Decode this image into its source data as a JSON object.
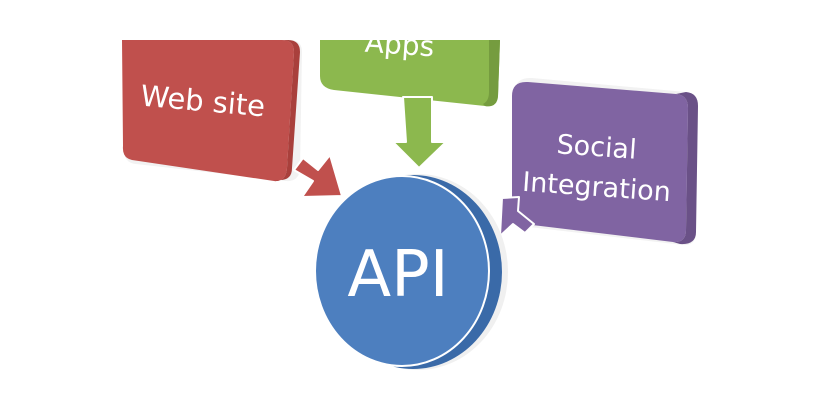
{
  "diagram": {
    "center": {
      "label": "API",
      "color": "#4d7fbf"
    },
    "sources": [
      {
        "id": "website",
        "label": "Web site",
        "color": "#c0504d"
      },
      {
        "id": "apps",
        "label": "Apps",
        "color": "#8cb84e"
      },
      {
        "id": "social",
        "label_lines": [
          "Social",
          "Integration"
        ],
        "color": "#8064a2"
      }
    ]
  }
}
